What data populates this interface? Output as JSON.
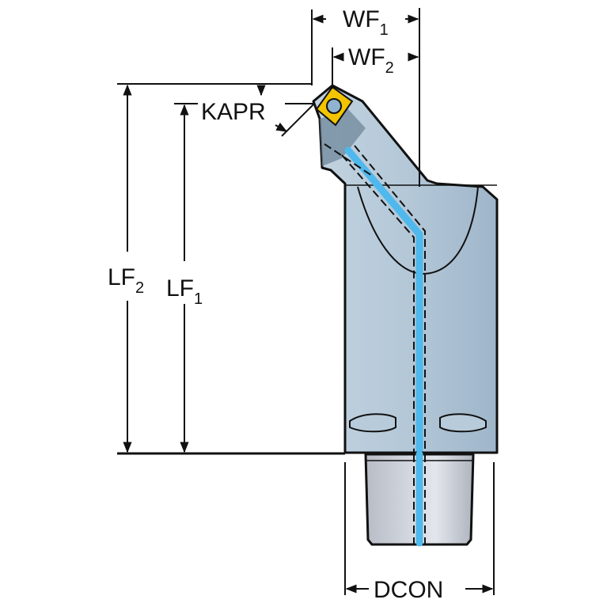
{
  "diagram": {
    "title": "Turning tool holder dimension drawing",
    "labels": {
      "wf1": {
        "main": "WF",
        "sub": "1"
      },
      "wf2": {
        "main": "WF",
        "sub": "2"
      },
      "kapr": {
        "main": "KAPR"
      },
      "lf2": {
        "main": "LF",
        "sub": "2"
      },
      "lf1": {
        "main": "LF",
        "sub": "1"
      },
      "dcon": {
        "main": "DCON"
      }
    },
    "colors": {
      "body": "#a9bfd1",
      "body_light": "#c5d5e2",
      "shank": "#c4c9d2",
      "coolant": "#4fb8ec",
      "insert": "#f2c500",
      "outline": "#111111"
    }
  }
}
